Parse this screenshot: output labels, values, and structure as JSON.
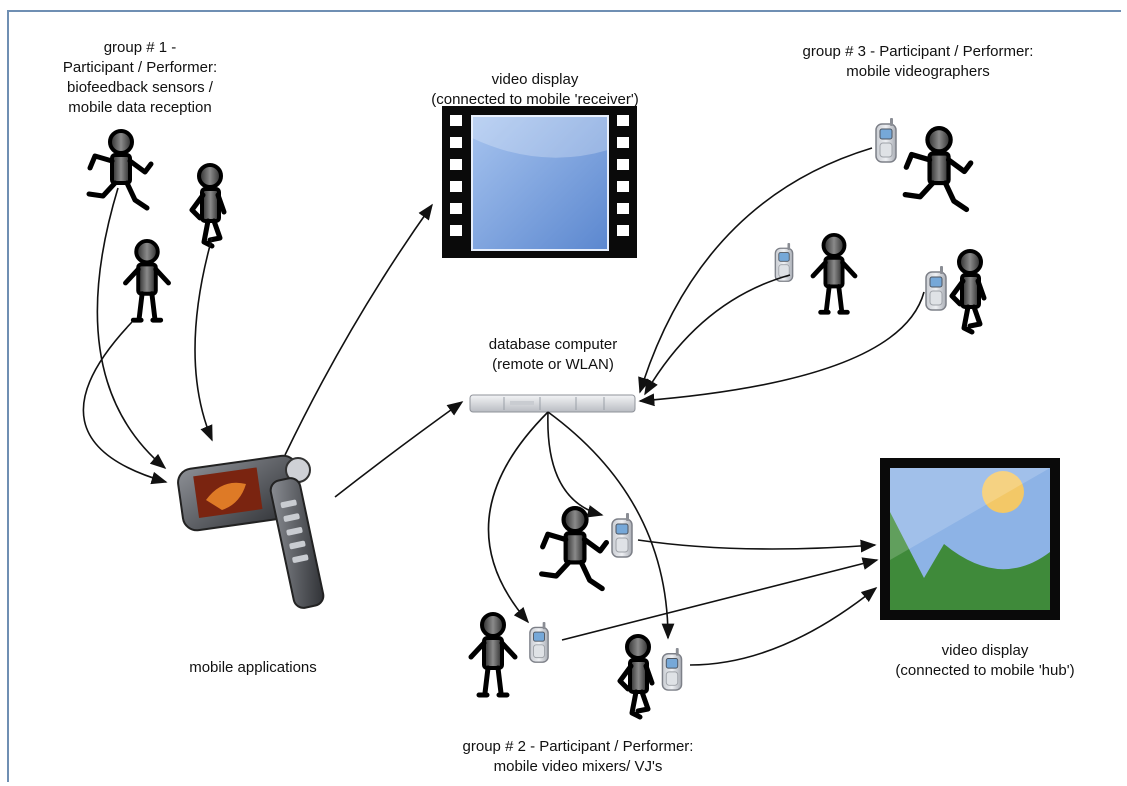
{
  "labels": {
    "group1": [
      "group # 1 -",
      "Participant / Performer:",
      "biofeedback sensors /",
      "mobile data reception"
    ],
    "video_display_top": [
      "video display",
      "(connected to mobile 'receiver')"
    ],
    "group3": [
      "group # 3 - Participant / Performer:",
      "mobile videographers"
    ],
    "database": [
      "database computer",
      "(remote or WLAN)"
    ],
    "mobile_apps": "mobile applications",
    "video_display_bottom": [
      "video display",
      "(connected to mobile 'hub')"
    ],
    "group2": [
      "group # 2 - Participant / Performer:",
      "mobile video mixers/ VJ's"
    ]
  },
  "colors": {
    "frame": "#6f8fb3",
    "screen_blue": "#7ea4df",
    "figure_fill": "#5a5a5a",
    "arrow": "#111111",
    "sky": "#8db3e6",
    "grass": "#3f8a3a",
    "sun": "#f3c867"
  },
  "icons": [
    "stick-figure-icon",
    "film-display-icon",
    "picture-display-icon",
    "mobile-phone-icon",
    "server-icon"
  ]
}
